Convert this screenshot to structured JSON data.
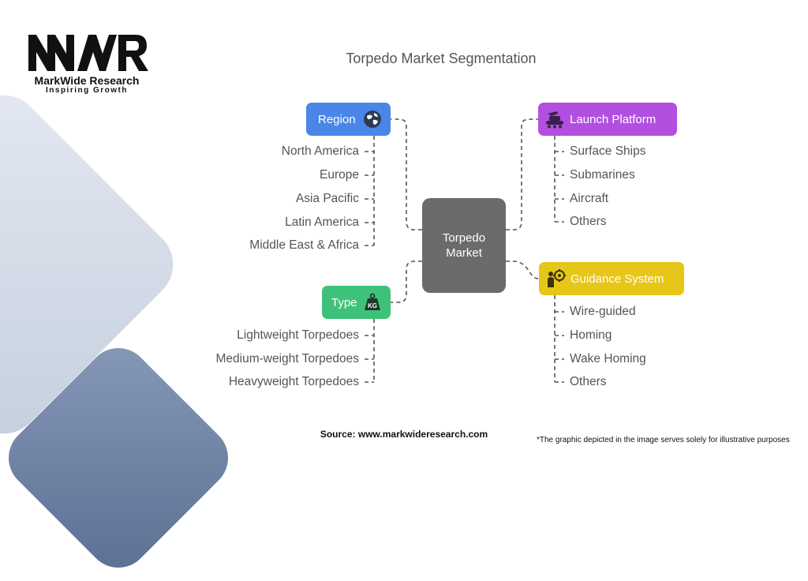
{
  "brand": {
    "name": "MarkWide Research",
    "tagline": "Inspiring Growth"
  },
  "diagram": {
    "title": "Torpedo Market Segmentation",
    "center_line1": "Torpedo",
    "center_line2": "Market",
    "categories": {
      "region": {
        "label": "Region",
        "color": "#4a86e8",
        "icon": "globe-icon",
        "items": [
          "North America",
          "Europe",
          "Asia Pacific",
          "Latin America",
          "Middle East & Africa"
        ]
      },
      "type": {
        "label": "Type",
        "color": "#3ec27a",
        "icon": "weight-kg-icon",
        "items": [
          "Lightweight Torpedoes",
          "Medium-weight Torpedoes",
          "Heavyweight Torpedoes"
        ]
      },
      "launch_platform": {
        "label": "Launch Platform",
        "color": "#b24fe0",
        "icon": "tank-icon",
        "items": [
          "Surface Ships",
          "Submarines",
          "Aircraft",
          "Others"
        ]
      },
      "guidance_system": {
        "label": "Guidance System",
        "color": "#e6c619",
        "icon": "target-person-icon",
        "items": [
          "Wire-guided",
          "Homing",
          "Wake Homing",
          "Others"
        ]
      }
    }
  },
  "footer": {
    "source": "Source: www.markwideresearch.com",
    "note": "*The graphic depicted in the image serves solely for illustrative purposes"
  }
}
